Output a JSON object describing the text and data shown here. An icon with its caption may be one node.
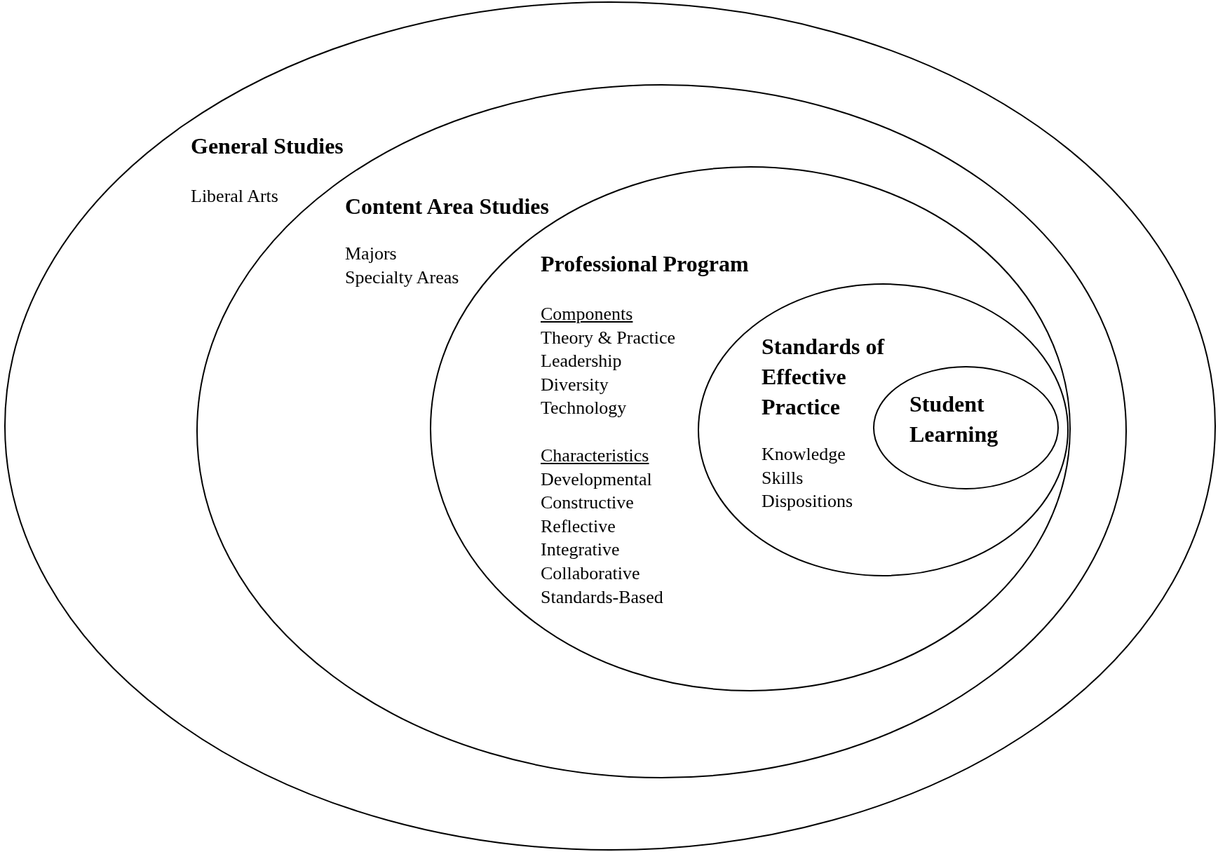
{
  "diagram": {
    "nodes": [
      {
        "text": [
          "General Studies",
          "Liberal Arts"
        ]
      },
      {
        "text": [
          "Content Area Studies",
          "Majors",
          "Specialty Areas"
        ],
        "in": 0
      },
      {
        "text": [
          "Professional Program",
          "Components",
          "Theory & Practice",
          "Leadership",
          "Diversity",
          "Technology",
          "Characteristics",
          "Developmental",
          "Constructive",
          "Reflective",
          "Integrative",
          "Collaborative",
          "Standards-Based"
        ],
        "in": 1
      },
      {
        "text": [
          "Standards of Effective Practice",
          "Knowledge",
          "Skills",
          "Dispositions"
        ],
        "in": 2
      },
      {
        "text": [
          "Student Learning"
        ],
        "in": 3
      }
    ],
    "edges": []
  }
}
